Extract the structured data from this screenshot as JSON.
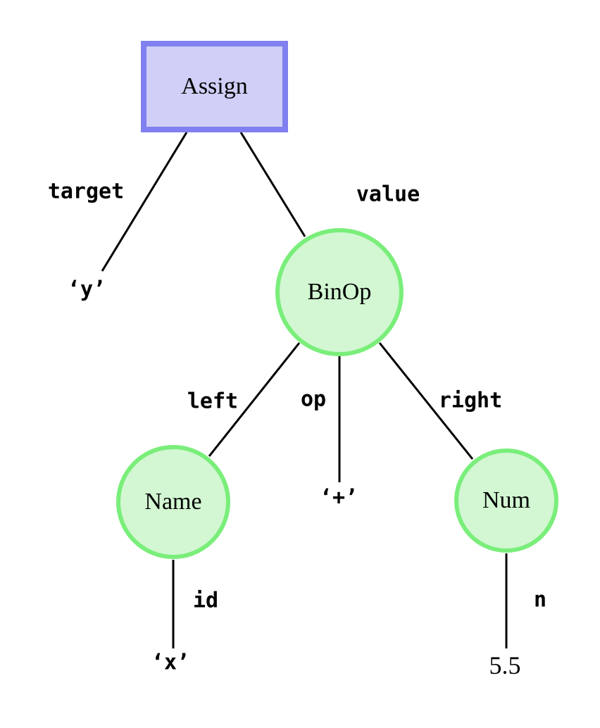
{
  "diagram": {
    "type": "ast-tree",
    "colors": {
      "background": "#ffffff",
      "rect_fill": "#cfcff7",
      "rect_border": "#8080f0",
      "circle_fill": "#d2f7d2",
      "circle_border": "#7aee7a",
      "edge_stroke": "#000000",
      "text": "#000000"
    },
    "nodes": {
      "assign": {
        "label": "Assign",
        "shape": "rectangle"
      },
      "binop": {
        "label": "BinOp",
        "shape": "circle"
      },
      "name": {
        "label": "Name",
        "shape": "circle"
      },
      "num": {
        "label": "Num",
        "shape": "circle"
      }
    },
    "edge_labels": {
      "target": "target",
      "value": "value",
      "left": "left",
      "op": "op",
      "right": "right",
      "id": "id",
      "n": "n"
    },
    "leaves": {
      "y": "‘y’",
      "plus": "‘+’",
      "x": "‘x’",
      "num_value": "5.5"
    }
  }
}
